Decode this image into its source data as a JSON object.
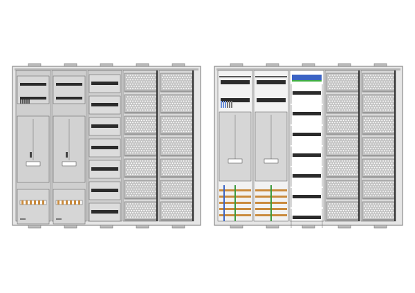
{
  "colors": {
    "background": "#ffffff",
    "cabinet_frame": "#8a8a8a",
    "panel_fill": "#cfcfcf",
    "panel_stroke": "#6a6a6a",
    "dark_bar": "#2b2b2b",
    "vent_fill": "#c4c4c4",
    "vent_dot": "#ffffff",
    "white_panel": "#ffffff",
    "busbar_orange": "#c98a3c",
    "busbar_green": "#3c9a3c",
    "busbar_blue": "#3a63c4",
    "din_green": "#40b040"
  },
  "diagram": {
    "cabinets": [
      {
        "name": "left-cabinet-closed",
        "columns": [
          "meter",
          "meter",
          "distribution",
          "vent",
          "vent"
        ]
      },
      {
        "name": "right-cabinet-open",
        "columns": [
          "meter-open",
          "meter-open",
          "rail",
          "vent",
          "vent"
        ]
      }
    ],
    "icons": [
      "ventilation-grille-icon",
      "busbar-icon",
      "din-rail-icon",
      "meter-icon"
    ]
  }
}
